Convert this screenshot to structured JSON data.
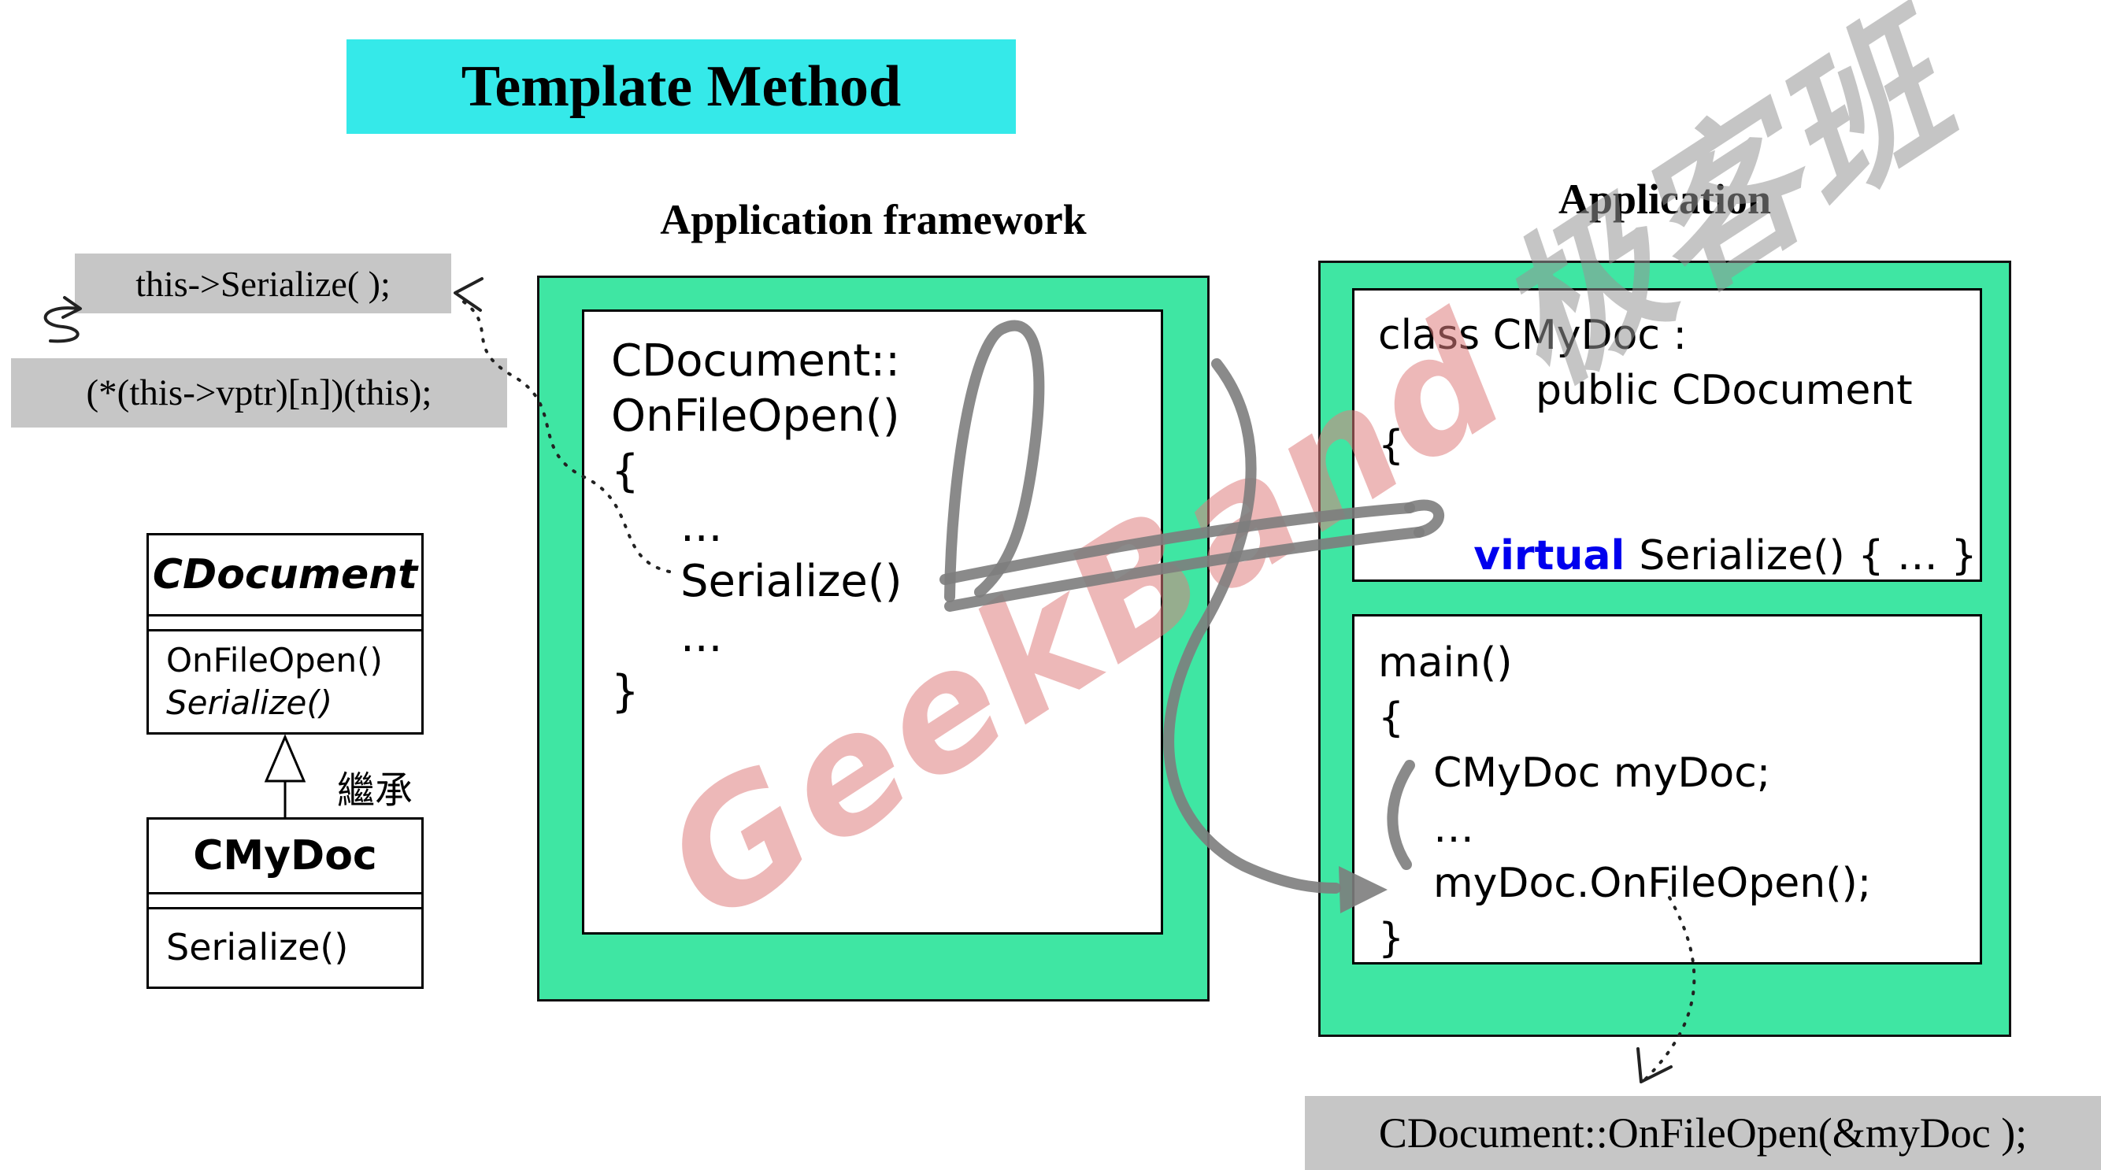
{
  "title": "Template Method",
  "headings": {
    "framework": "Application framework",
    "application": "Application"
  },
  "callout": {
    "this_serialize": "this->Serialize( );",
    "vptr_call": "(*(this->vptr)[n])(this);"
  },
  "framework_code": {
    "lines": [
      "CDocument::",
      "OnFileOpen()",
      "{",
      "...",
      "Serialize()",
      "...",
      "}"
    ]
  },
  "class_code": {
    "line_class": "class CMyDoc :",
    "line_public": "public CDocument",
    "line_open": "{",
    "virtual_kw": "virtual",
    "virtual_rest": "Serialize() { … }",
    "line_close": "};"
  },
  "main_code": {
    "lines": [
      "main()",
      "{",
      "CMyDoc myDoc;",
      "…",
      "myDoc.OnFileOpen();",
      "}"
    ]
  },
  "uml": {
    "cdocument": {
      "name": "CDocument",
      "method1": "OnFileOpen()",
      "method2": "Serialize()"
    },
    "inherit_label": "繼承",
    "cmydoc": {
      "name": "CMyDoc",
      "method1": "Serialize()"
    }
  },
  "bottom_note": "CDocument::OnFileOpen(&myDoc );",
  "watermark": {
    "latin": "GeekBand",
    "cjk": "极客班"
  },
  "colors": {
    "title_bg": "#35e9e9",
    "panel_green": "#3fe6a3",
    "label_gray": "#c6c6c6",
    "virtual_blue": "#0000ee",
    "stroke_gray": "#7d7d7d",
    "wm_pink": "rgba(222,125,125,0.55)",
    "wm_gray": "rgba(150,150,150,0.55)"
  }
}
